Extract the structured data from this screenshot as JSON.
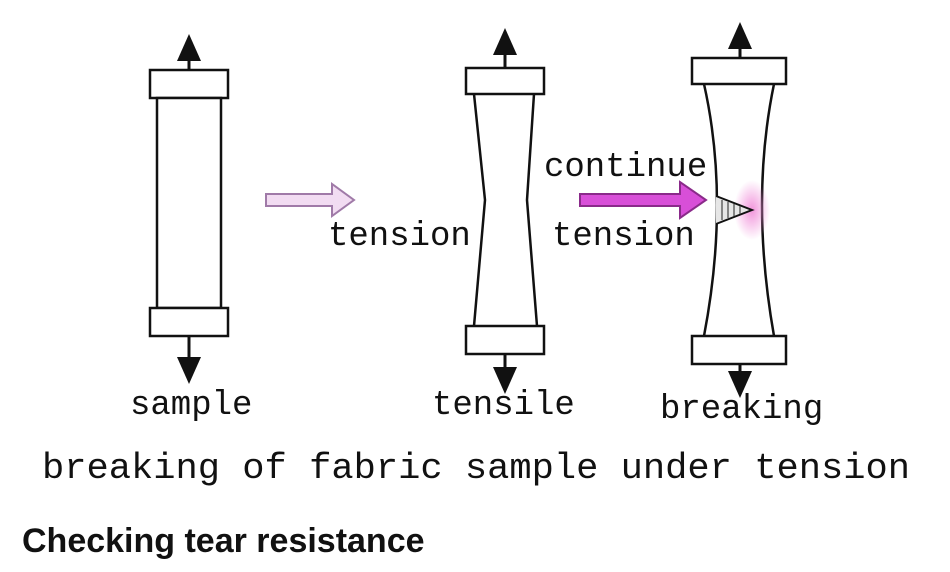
{
  "labels": {
    "sample": "sample",
    "tension": "tension",
    "tensile": "tensile",
    "continue": "continue",
    "tension2": "tension",
    "breaking": "breaking"
  },
  "figure_caption": "breaking of fabric sample under tension",
  "page_caption": "Checking tear resistance",
  "colors": {
    "outline": "#111111",
    "arrow_light_fill": "#f2dcf2",
    "arrow_light_stroke": "#a07aa8",
    "arrow_strong_fill": "#d84fd8",
    "arrow_strong_stroke": "#8a2a8a",
    "tear_glow": "#f08ad8"
  },
  "icons": [
    "up-arrow-icon",
    "down-arrow-icon",
    "right-arrow-icon"
  ]
}
